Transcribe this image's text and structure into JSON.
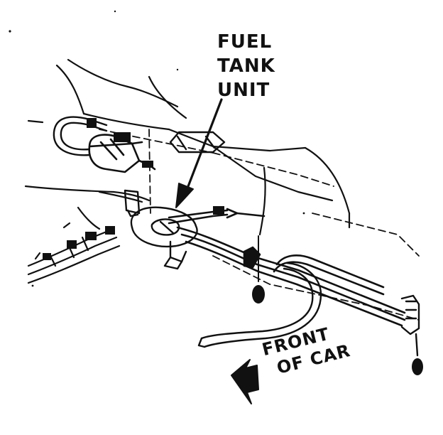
{
  "labels": {
    "fuel_tank_unit": [
      "FUEL",
      "TANK",
      "UNIT"
    ],
    "front_of_car": [
      "FRONT",
      "OF CAR"
    ]
  },
  "colors": {
    "ink": "#111111",
    "paper": "#ffffff"
  }
}
